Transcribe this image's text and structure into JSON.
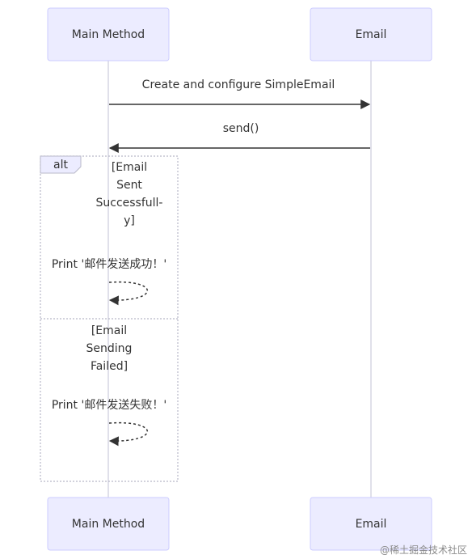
{
  "participants": {
    "main": "Main Method",
    "email": "Email"
  },
  "messages": {
    "create": "Create and configure SimpleEmail",
    "send": "send()"
  },
  "alt_frame": {
    "label": "alt",
    "condition_success": [
      "[Email",
      "Sent",
      "Successfull-",
      "y]"
    ],
    "print_success": "Print '邮件发送成功！'",
    "condition_failed": [
      "[Email",
      "Sending",
      "Failed]"
    ],
    "print_failed": "Print '邮件发送失败！'"
  },
  "watermark": "@稀土掘金技术社区",
  "colors": {
    "actor_fill": "#ECECFF",
    "actor_stroke": "#CCCCFF",
    "line": "#333333"
  }
}
